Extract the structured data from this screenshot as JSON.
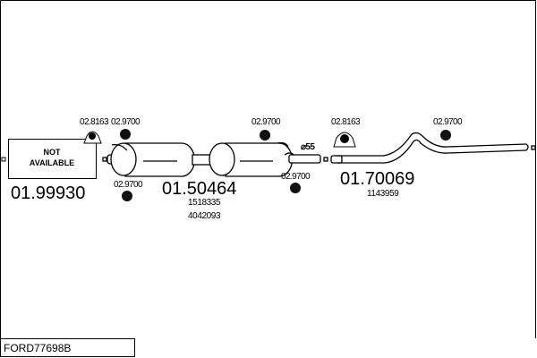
{
  "diagram": {
    "reference": "FORD77698B",
    "parts": [
      {
        "number": "01.99930",
        "status": [
          "NOT",
          "AVAILABLE"
        ]
      },
      {
        "number": "01.50464",
        "oem": [
          "1518335",
          "4042093"
        ]
      },
      {
        "number": "01.70069",
        "oem": [
          "1143959"
        ]
      }
    ],
    "fittings": {
      "clamp_a": "02.8163",
      "hanger_a": "02.9700",
      "hanger_b": "02.9700",
      "hanger_c": "02.9700",
      "hanger_d": "02.9700",
      "clamp_b": "02.8163",
      "hanger_e": "02.9700"
    },
    "diameter": "⌀55"
  }
}
